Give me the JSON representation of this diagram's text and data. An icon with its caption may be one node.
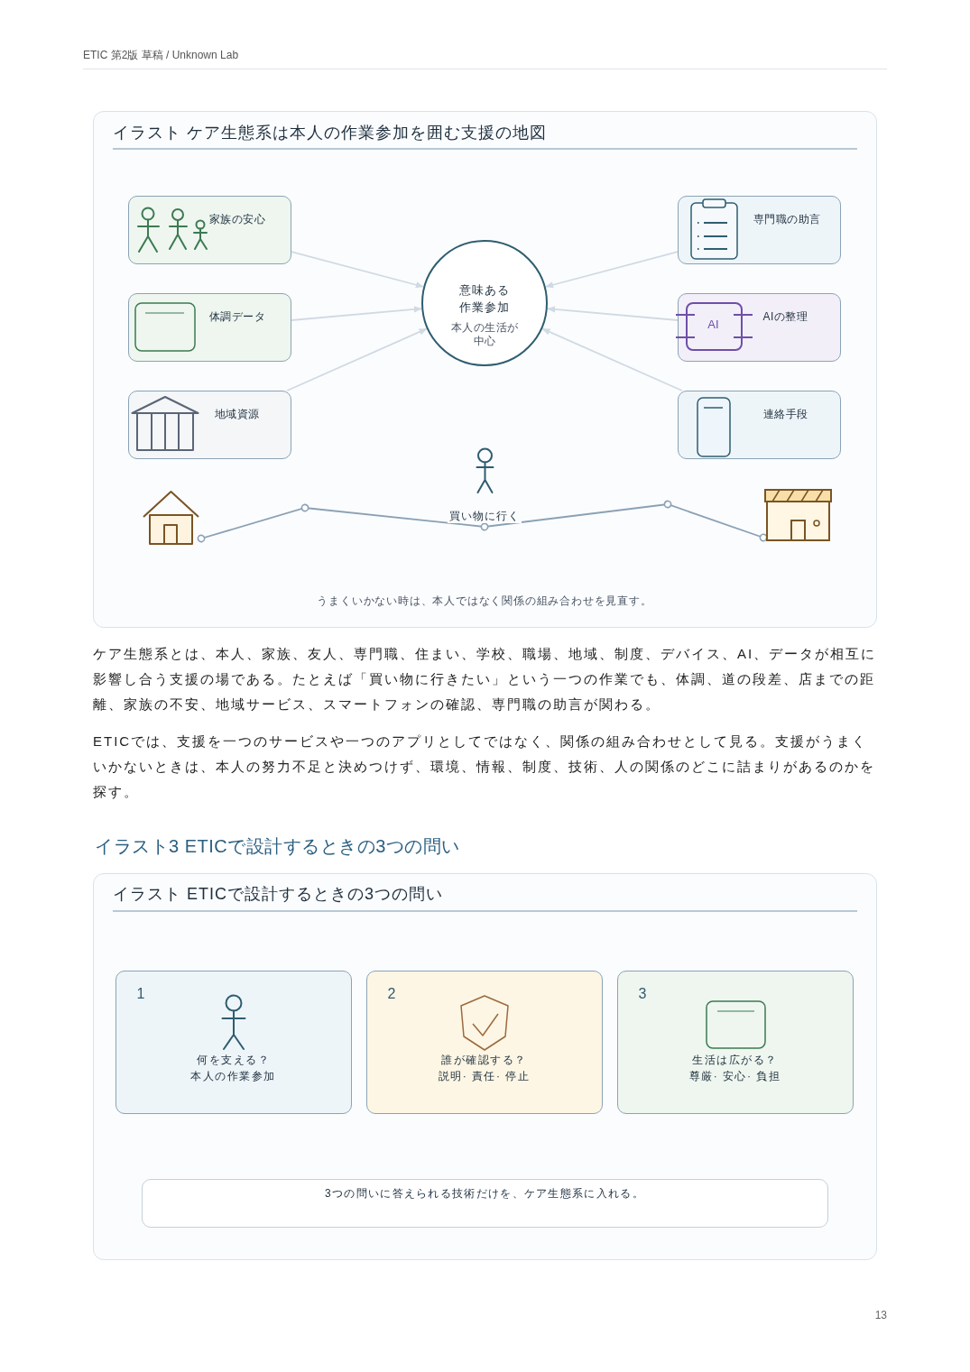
{
  "diagram": {
    "nodes": [
      {
        "text": [
          "イラスト ケア生態系は本人の作業参加を囲む支援の地図",
          "うまくいかない時は、本人ではなく関係の組み合わせを見直す。"
        ]
      },
      {
        "text": [
          "家族の安心"
        ],
        "in": 0
      },
      {
        "text": [
          "専門職の助言"
        ],
        "in": 0
      },
      {
        "text": [
          "意味ある作業参加",
          "本人の生活が中心"
        ],
        "in": 0
      },
      {
        "text": [
          "体調データ"
        ],
        "in": 0
      },
      {
        "text": [
          "AI",
          "AIの整理"
        ],
        "in": 0
      },
      {
        "text": [
          "地域資源"
        ],
        "in": 0
      },
      {
        "text": [
          "連絡手段"
        ],
        "in": 0
      },
      {
        "text": [],
        "shape": "picture",
        "in": 0
      },
      {
        "text": [],
        "shape": "picture",
        "in": 0
      },
      {
        "text": [
          "イラスト ETICで設計するときの3つの問い"
        ]
      },
      {
        "text": [
          "1",
          "何を支える？",
          "本人の作業参加"
        ],
        "in": 10
      },
      {
        "text": [
          "2",
          "誰が確認する？",
          "説明· 責任· 停止"
        ],
        "in": 10
      },
      {
        "text": [
          "3",
          "生活は広がる？",
          "尊厳· 安心· 負担"
        ],
        "in": 10
      },
      {
        "text": [
          "3つの問いに答えられる技術だけを、ケア生態系に入れる。"
        ],
        "in": 10
      }
    ],
    "edges": [
      {
        "from": 1,
        "to": 3,
        "arrow": "to"
      },
      {
        "from": 2,
        "to": 3,
        "arrow": "to"
      },
      {
        "from": 4,
        "to": 3,
        "arrow": "to"
      },
      {
        "from": 5,
        "to": 3,
        "arrow": "to"
      },
      {
        "from": 6,
        "to": 3,
        "arrow": "to"
      },
      {
        "from": 7,
        "to": 3,
        "arrow": "to"
      },
      {
        "from": 8,
        "to": 9,
        "arrow": "other",
        "label": "買い物に行く",
        "color": "#8aa1b4"
      }
    ],
    "labels": [
      "ETIC 第2版 草稿 / Unknown Lab",
      "ケア生態系とは、本人、家族、友人、専門職、住まい、学校、職場、地域、制度、デバイス、AI、データが相互に影響し合う支援の場である。たとえば「買い物に行きたい」という一つの作業でも、体調、道の段差、店までの距離、家族の不安、地域サービス、スマートフォンの確認、専門職の助言が関わる。",
      "ETICでは、支援を一つのサービスや一つのアプリとしてではなく、関係の組み合わせとして見る。支援がうまくいかないときは、本人の努力不足と決めつけず、環境、情報、制度、技術、人の関係のどこに詰まりがあるのかを探す。",
      "イラスト3 ETICで設計するときの3つの問い",
      "13"
    ]
  }
}
